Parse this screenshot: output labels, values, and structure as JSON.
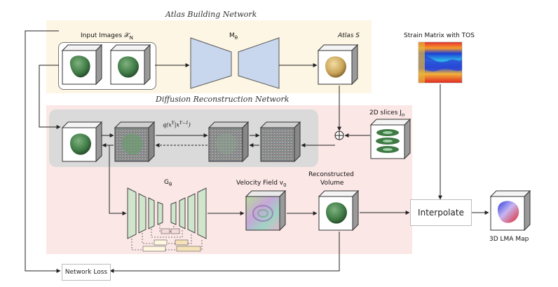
{
  "titles": {
    "atlas": "Atlas Building Network",
    "diffusion": "Diffusion Reconstruction Network"
  },
  "labels": {
    "input_images": "Input Images 𝒳",
    "input_images_sub": "N",
    "m_theta": "M",
    "m_theta_sub": "θ",
    "atlas_s": "Atlas S",
    "q_label": "q(x",
    "q_label_rest": "|x",
    "slices": "2D slices J",
    "slices_sub": "n",
    "g_theta": "G",
    "g_theta_sub": "θ",
    "velocity": "Velocity Field v",
    "velocity_sub": "0",
    "reconstructed_1": "Reconstructed",
    "reconstructed_2": "Volume",
    "strain": "Strain Matrix with TOS",
    "interpolate": "Interpolate",
    "lma_map": "3D LMA Map",
    "network_loss": "Network Loss"
  },
  "colors": {
    "atlas_bg": "#fdf6e4",
    "diffusion_bg": "#fbe7e6",
    "inner_bg": "#d9d9d9",
    "encoder": "#c9d7ee",
    "unet": "#cfe5cc",
    "heart_green": "#3f7a45",
    "heart_gold": "#c9a45a"
  },
  "icons": [
    "heart-volume-icon",
    "noise-volume-icon",
    "slice-stack-icon",
    "sum-node-icon",
    "lma-map-icon",
    "strain-heatmap-icon",
    "velocity-field-icon"
  ]
}
